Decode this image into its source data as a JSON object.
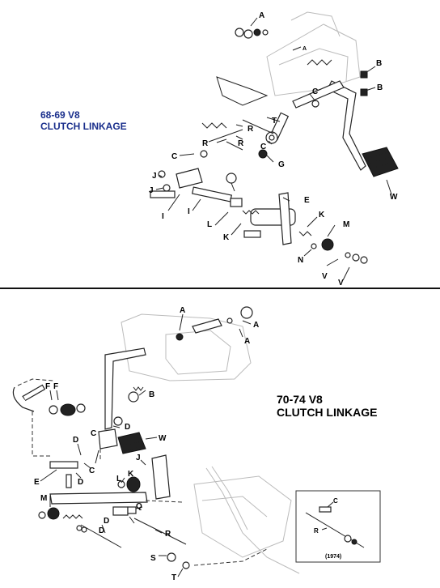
{
  "top_panel": {
    "title_line1": "68-69 V8",
    "title_line2": "CLUTCH LINKAGE",
    "title_color": "#1a2f8c",
    "labels": [
      "A",
      "A",
      "B",
      "B",
      "C",
      "T",
      "R",
      "R",
      "R",
      "C",
      "G",
      "C",
      "J",
      "J",
      "E",
      "I",
      "I",
      "L",
      "K",
      "K",
      "M",
      "N",
      "V",
      "V",
      "W"
    ]
  },
  "bottom_panel": {
    "title_line1": "70-74 V8",
    "title_line2": "CLUTCH LINKAGE",
    "labels": [
      "A",
      "A",
      "A",
      "F",
      "F",
      "B",
      "D",
      "C",
      "W",
      "D",
      "C",
      "D",
      "E",
      "L",
      "K",
      "J",
      "M",
      "Q",
      "D",
      "D",
      "R",
      "S",
      "T"
    ],
    "inset": {
      "caption": "(1974)",
      "labels": [
        "C",
        "R"
      ]
    }
  }
}
